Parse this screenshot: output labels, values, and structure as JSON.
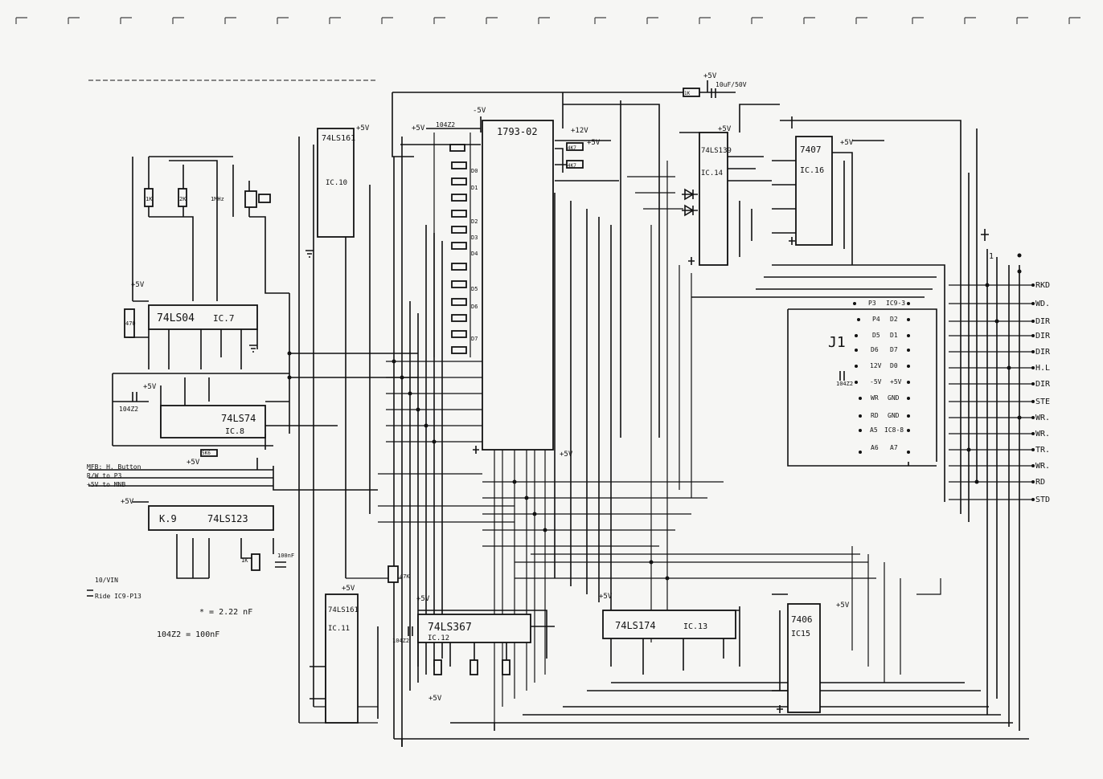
{
  "page": {
    "colors": {
      "ink": "#111111",
      "paper": "#f6f6f4"
    }
  },
  "chips": {
    "ic7": {
      "part": "74LS04",
      "ref": "IC.7"
    },
    "ic8": {
      "part": "74LS74",
      "ref": "IC.8"
    },
    "ic9": {
      "part": "74LS123",
      "ref": "K.9"
    },
    "ic10": {
      "part": "74LS161",
      "ref": "IC.10"
    },
    "ic11": {
      "part": "74LS161",
      "ref": "IC.11"
    },
    "ic12": {
      "part": "74LS367",
      "ref": "IC.12"
    },
    "ic13": {
      "part": "74LS174",
      "ref": "IC.13"
    },
    "ic14": {
      "part": "74LS139",
      "ref": "IC.14"
    },
    "ic15": {
      "part": "7406",
      "ref": "IC15"
    },
    "ic16": {
      "part": "7407",
      "ref": "IC.16"
    },
    "fdc": {
      "part": "1793-02"
    }
  },
  "supply": {
    "plus5v": "+5V",
    "minus5v": "-5V",
    "plus12v": "+12V",
    "cap_top": "10uF/50V"
  },
  "components": {
    "r_top": "1K",
    "r_1k_a": "1K",
    "r_2k": "2K",
    "xtal": "1MHz",
    "r_ic7": "470",
    "cap_ic8": "104Z2",
    "r_5k6": "5K6",
    "cap_1793": "104Z2",
    "r_4k7_a": "4K7",
    "r_4k7_b": "4K7",
    "r_1k_d": "1K",
    "cap_100nf": "100nF",
    "r_pot": "47K",
    "cap_ic12": "104Z2"
  },
  "dbus_labels": [
    "D0",
    "D1",
    "D2",
    "D3",
    "D4",
    "D5",
    "D6",
    "D7"
  ],
  "left_signals": {
    "line1": "MFB: H. Button",
    "line2": "R/W to P3",
    "line3": "+5V to MNB"
  },
  "connector_j1": {
    "name": "J1",
    "rows": [
      {
        "l": "P3",
        "r": "IC9-3"
      },
      {
        "l": "P4",
        "r": "D2"
      },
      {
        "l": "D5",
        "r": "D1"
      },
      {
        "l": "D6",
        "r": "D7"
      },
      {
        "l": "12V",
        "r": "D0"
      },
      {
        "l": "-5V",
        "r": "+5V"
      },
      {
        "l": "WR",
        "r": "GND"
      },
      {
        "l": "RD",
        "r": "GND"
      },
      {
        "l": "A5",
        "r": "IC8-8"
      },
      {
        "l": "A6",
        "r": "A7"
      }
    ],
    "cap": "104Z2"
  },
  "right_edge": {
    "labels": [
      "RKD",
      "WD.",
      "DIR",
      "DIR",
      "DIR",
      "H.L",
      "DIR",
      "STE",
      "WR.",
      "WR.",
      "TR.",
      "WR.",
      "RD",
      "STD"
    ],
    "pin1": "1"
  },
  "notes": {
    "note_star": "* = 2.22 nF",
    "note_cap": "104Z2 = 100nF",
    "note_vin_1": "10/VIN",
    "note_vin_2": "Ride IC9-P13"
  }
}
